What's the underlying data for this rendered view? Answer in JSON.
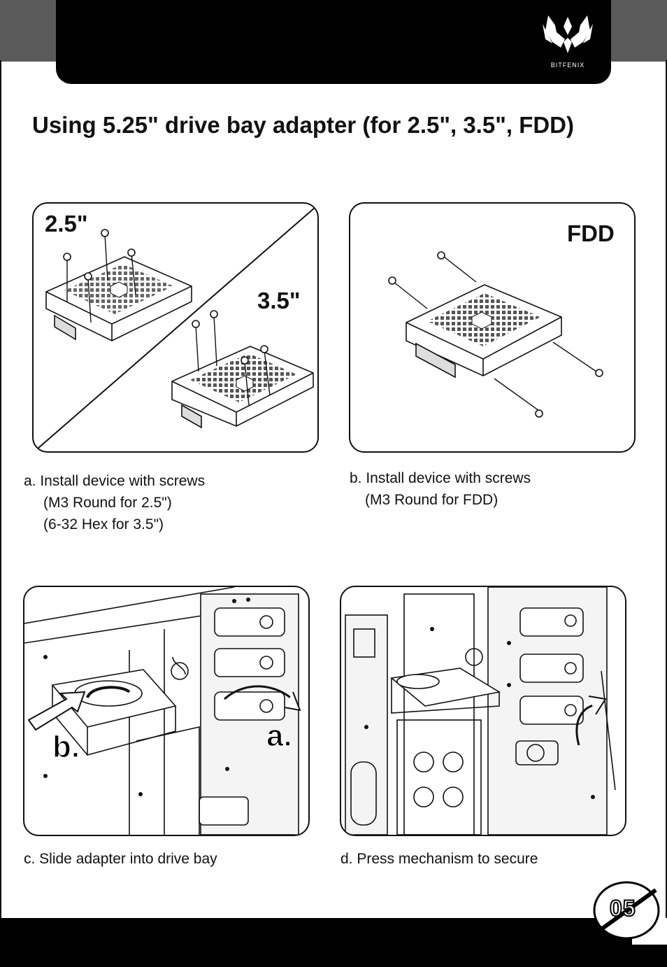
{
  "header": {
    "brand": "BITFENIX"
  },
  "title": "Using 5.25\" drive bay adapter (for 2.5\", 3.5\", FDD)",
  "panels": {
    "a": {
      "label_top": "2.5\"",
      "label_bottom": "3.5\""
    },
    "b": {
      "label": "FDD"
    },
    "c": {
      "marker_a": "a.",
      "marker_b": "b."
    }
  },
  "captions": {
    "a": {
      "line1": "a. Install device with screws",
      "line2": "(M3 Round for 2.5\")",
      "line3": "(6-32 Hex for 3.5\")"
    },
    "b": {
      "line1": "b. Install device with screws",
      "line2": "(M3 Round for FDD)"
    },
    "c": "c. Slide adapter into drive bay",
    "d": "d. Press mechanism to secure"
  },
  "page_number": "05"
}
